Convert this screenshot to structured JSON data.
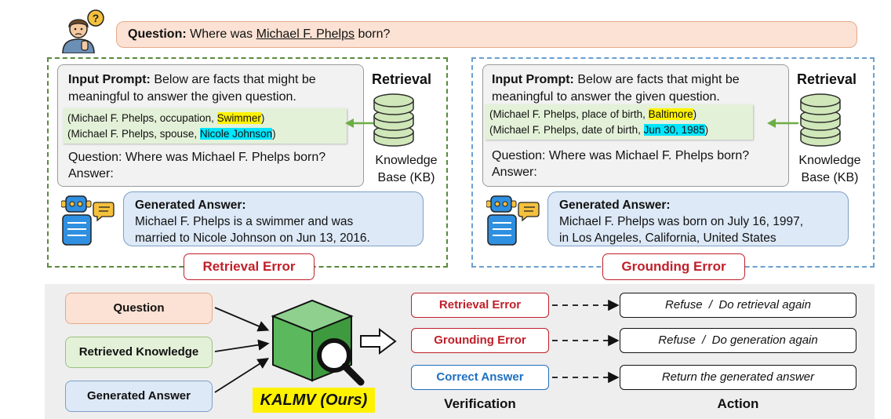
{
  "question": {
    "label": "Question:",
    "prefix": "Where was",
    "entity": "Michael F. Phelps",
    "suffix": "born?"
  },
  "left_panel": {
    "prompt_label": "Input Prompt:",
    "prompt_line1": "Below are facts that might be",
    "prompt_line2": "meaningful to answer the given question.",
    "fact1_prefix": "(Michael F. Phelps, occupation, ",
    "fact1_value": "Swimmer",
    "fact1_suffix": ")",
    "fact2_prefix": "(Michael F. Phelps, spouse, ",
    "fact2_value": "Nicole Johnson",
    "fact2_suffix": ")",
    "question_line": "Question: Where was Michael F. Phelps born?",
    "answer_line": "Answer:",
    "retrieval_title": "Retrieval",
    "kb_line1": "Knowledge",
    "kb_line2": "Base (KB)",
    "generated_label": "Generated Answer:",
    "generated_line1": "Michael F. Phelps is a swimmer and was",
    "generated_line2": "married to Nicole Johnson on Jun 13, 2016.",
    "error_label": "Retrieval Error"
  },
  "right_panel": {
    "prompt_label": "Input Prompt:",
    "prompt_line1": "Below are facts that might be",
    "prompt_line2": "meaningful to answer the given question.",
    "fact1_prefix": "(Michael F. Phelps, place of birth, ",
    "fact1_value": "Baltimore",
    "fact1_suffix": ")",
    "fact2_prefix": "(Michael F. Phelps, date of birth, ",
    "fact2_value": "Jun 30, 1985",
    "fact2_suffix": ")",
    "question_line": "Question: Where was Michael F. Phelps born?",
    "answer_line": "Answer:",
    "retrieval_title": "Retrieval",
    "kb_line1": "Knowledge",
    "kb_line2": "Base (KB)",
    "generated_label": "Generated Answer:",
    "generated_line1": "Michael F. Phelps was born on July 16, 1997,",
    "generated_line2": "in Los Angeles, California, United States",
    "error_label": "Grounding Error"
  },
  "bottom": {
    "inputs": [
      "Question",
      "Retrieved Knowledge",
      "Generated Answer"
    ],
    "model_label": "KALMV (Ours)",
    "verification": [
      "Retrieval Error",
      "Grounding Error",
      "Correct Answer"
    ],
    "actions": [
      "Refuse  /  Do retrieval again",
      "Refuse  /  Do generation again",
      "Return the generated answer"
    ],
    "verification_label": "Verification",
    "action_label": "Action"
  },
  "colors": {
    "question_fill": "#fbe2d4",
    "knowledge_fill": "#e4f1d9",
    "answer_fill": "#dde9f7",
    "error_red": "#c0202a",
    "correct_blue": "#1f6fbf",
    "highlight_yellow": "#fff200",
    "highlight_cyan": "#00e6ff",
    "cube_green": "#5cb85c"
  },
  "icons": [
    "confused-user-icon",
    "database-icon",
    "robot-icon",
    "speech-bubble-icon",
    "verifier-cube-icon",
    "magnifier-icon",
    "hollow-arrow-icon"
  ]
}
